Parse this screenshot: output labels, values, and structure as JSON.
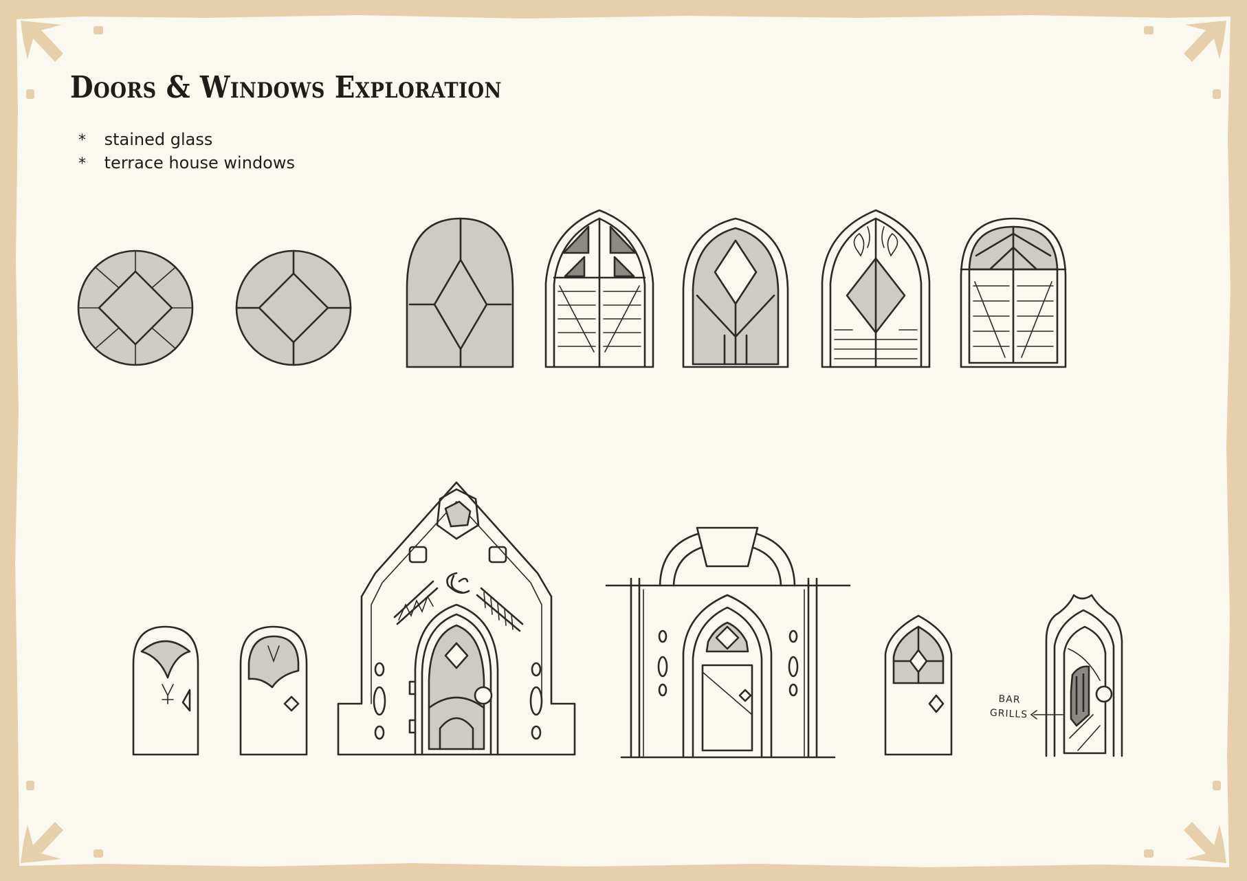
{
  "title": "Doors & Windows Exploration",
  "notes": [
    {
      "bullet": "*",
      "text": "stained glass"
    },
    {
      "bullet": "*",
      "text": "terrace house windows"
    }
  ],
  "annotation": {
    "line1": "BAR",
    "line2": "GRILLS"
  },
  "colors": {
    "border": "#e6cfab",
    "paper": "#fbf8ef",
    "ink": "#2b2a27",
    "glass": "#cdcbc4",
    "glass_dark": "#8a8984"
  }
}
